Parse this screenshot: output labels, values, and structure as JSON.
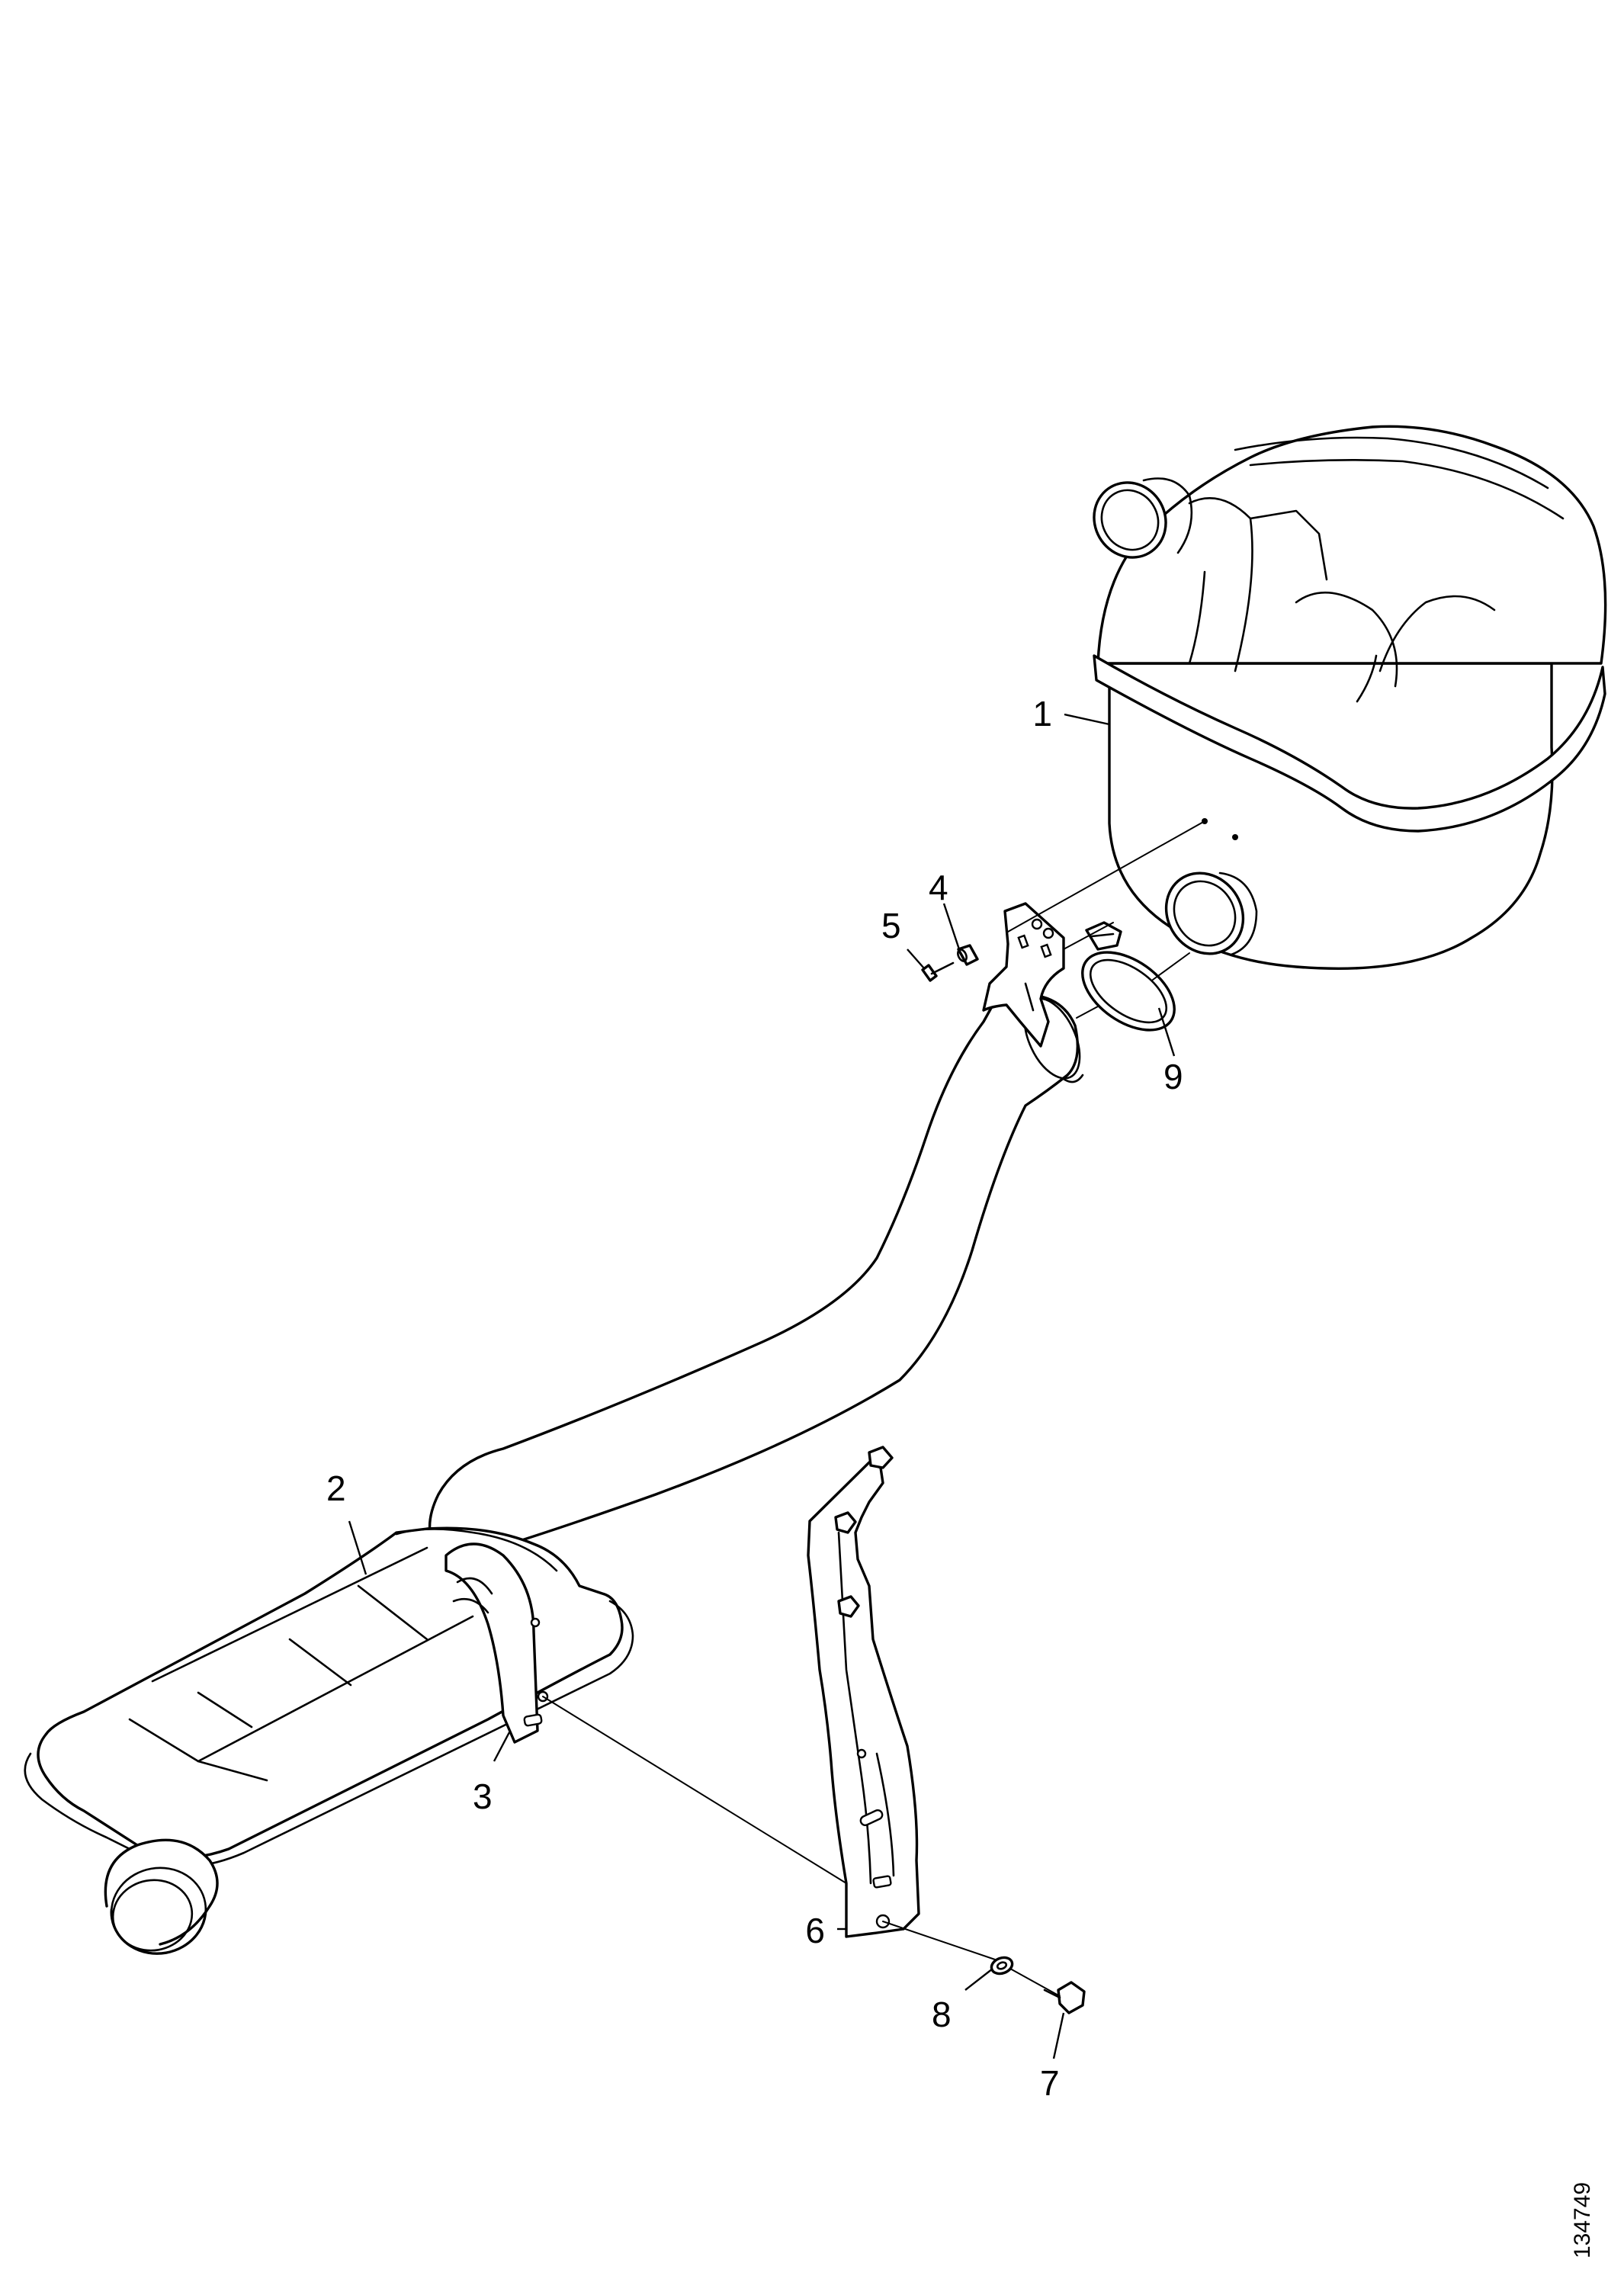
{
  "callouts": {
    "c1": "1",
    "c2": "2",
    "c3": "3",
    "c4": "4",
    "c5": "5",
    "c6": "6",
    "c7": "7",
    "c8": "8",
    "c9": "9"
  },
  "reference_number": "134749",
  "colors": {
    "line": "#000000",
    "background": "#ffffff"
  }
}
